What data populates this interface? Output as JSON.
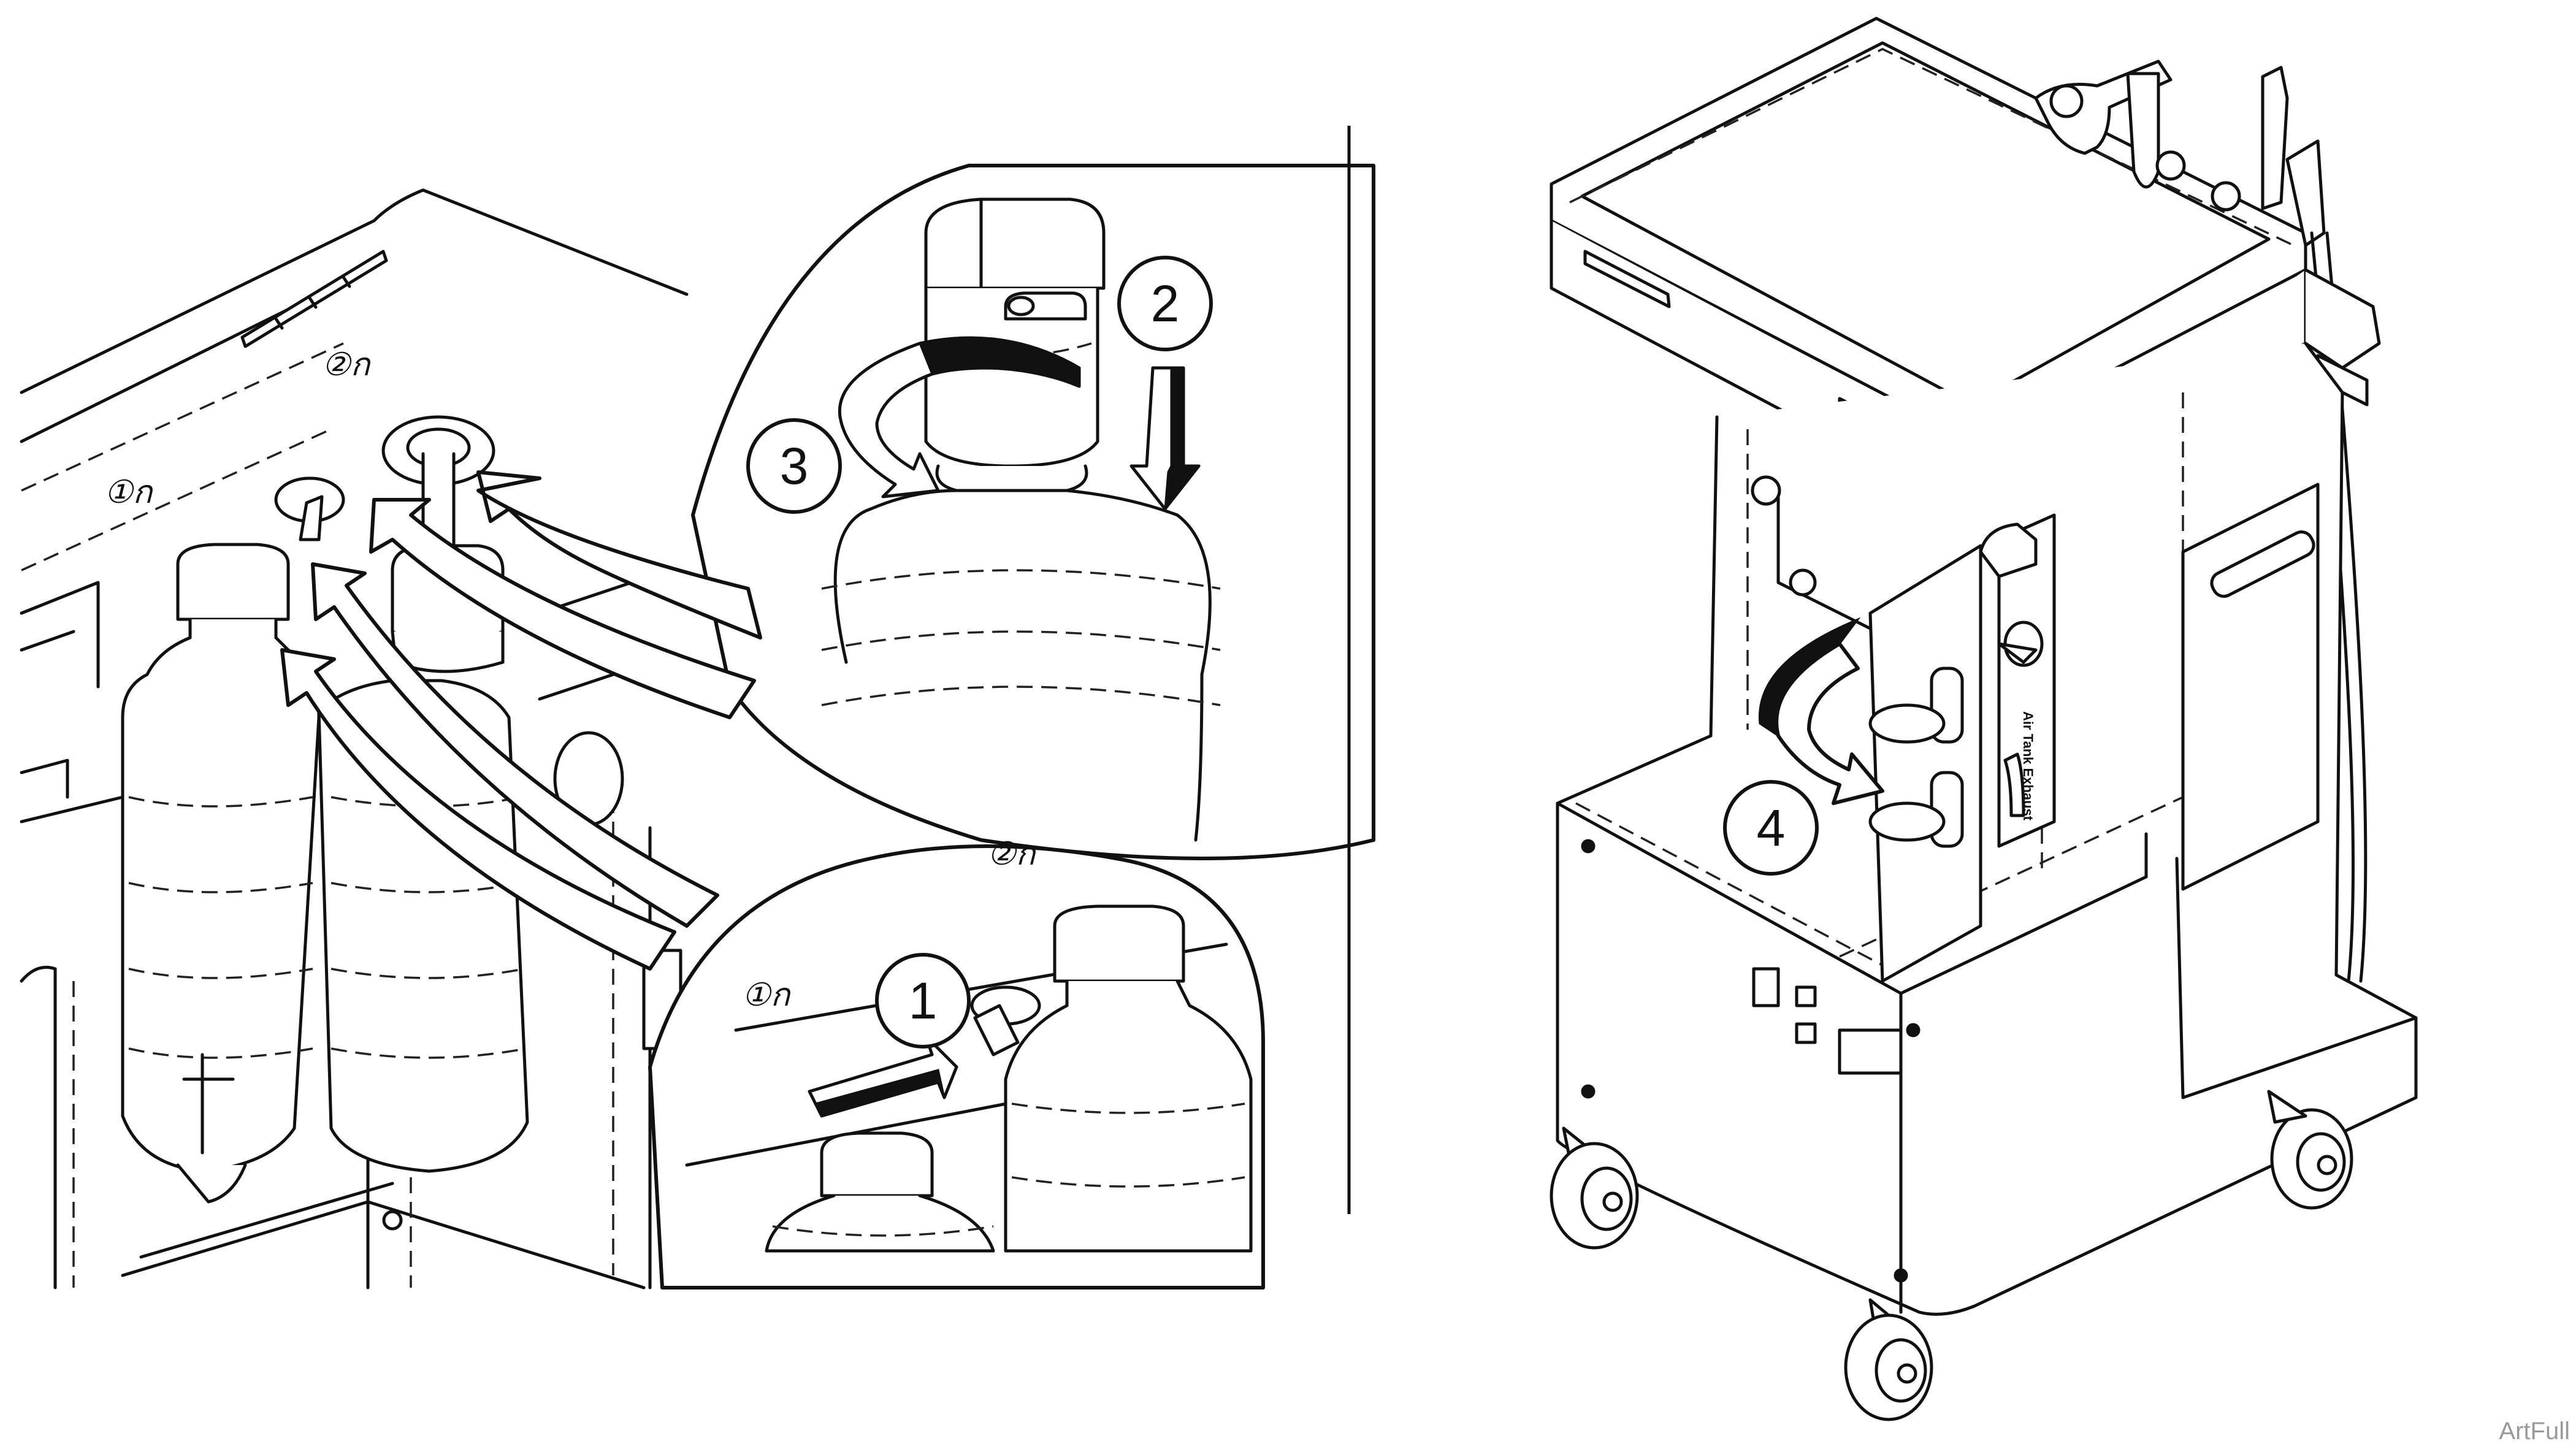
{
  "callouts": {
    "step1": "1",
    "step2": "2",
    "step3": "3",
    "step4": "4"
  },
  "position_marks": {
    "mark1": "①ก",
    "mark2": "②ก"
  },
  "side_panel": {
    "switch_label": "Air Tank Exhaust"
  },
  "watermark": "ArtFull"
}
